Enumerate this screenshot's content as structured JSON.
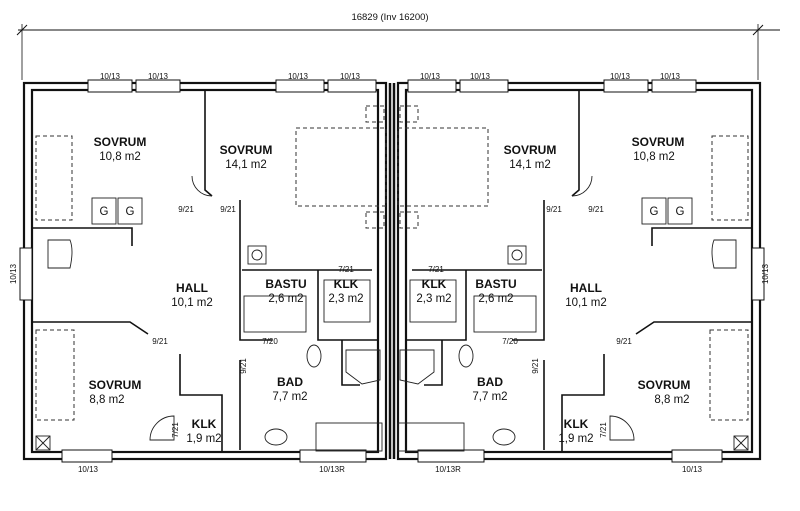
{
  "dimension": {
    "total": "16829 (Inv 16200)"
  },
  "rooms_left": [
    {
      "id": "sovrum-1",
      "name": "SOVRUM",
      "area": "10,8 m2"
    },
    {
      "id": "sovrum-2",
      "name": "SOVRUM",
      "area": "14,1 m2"
    },
    {
      "id": "hall",
      "name": "HALL",
      "area": "10,1 m2"
    },
    {
      "id": "bastu",
      "name": "BASTU",
      "area": "2,6 m2"
    },
    {
      "id": "klk-1",
      "name": "KLK",
      "area": "2,3 m2"
    },
    {
      "id": "sovrum-3",
      "name": "SOVRUM",
      "area": "8,8 m2"
    },
    {
      "id": "bad",
      "name": "BAD",
      "area": "7,7 m2"
    },
    {
      "id": "klk-2",
      "name": "KLK",
      "area": "1,9 m2"
    }
  ],
  "rooms_right": [
    {
      "id": "sovrum-1",
      "name": "SOVRUM",
      "area": "10,8 m2"
    },
    {
      "id": "sovrum-2",
      "name": "SOVRUM",
      "area": "14,1 m2"
    },
    {
      "id": "hall",
      "name": "HALL",
      "area": "10,1 m2"
    },
    {
      "id": "bastu",
      "name": "BASTU",
      "area": "2,6 m2"
    },
    {
      "id": "klk-1",
      "name": "KLK",
      "area": "2,3 m2"
    },
    {
      "id": "sovrum-3",
      "name": "SOVRUM",
      "area": "8,8 m2"
    },
    {
      "id": "bad",
      "name": "BAD",
      "area": "7,7 m2"
    },
    {
      "id": "klk-2",
      "name": "KLK",
      "area": "1,9 m2"
    }
  ],
  "windows": {
    "standard": "10/13",
    "bottom_center_left": "10/13R",
    "bottom_center_right": "10/13R"
  },
  "doors": {
    "d921": "9/21",
    "d720": "7/20",
    "d721": "7/21"
  },
  "fixtures": {
    "wardrobe": "G"
  }
}
